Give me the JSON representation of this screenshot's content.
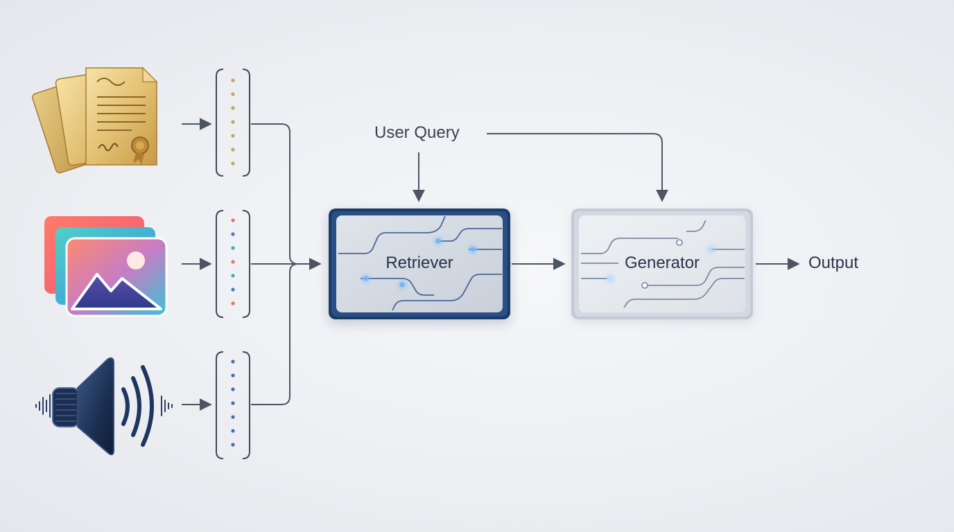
{
  "diagram": {
    "user_query_label": "User Query",
    "retriever_label": "Retriever",
    "generator_label": "Generator",
    "output_label": "Output",
    "inputs": [
      {
        "icon": "document-icon",
        "embedding_dot_colors": [
          "#c9a35a"
        ]
      },
      {
        "icon": "image-icon",
        "embedding_dot_colors": [
          "#e8735a",
          "#35b4b8",
          "#4a78c8"
        ]
      },
      {
        "icon": "audio-speaker-icon",
        "embedding_dot_colors": [
          "#3d6fb8"
        ]
      }
    ],
    "colors": {
      "arrow": "#4d5563",
      "retriever_border": "#1f3a66",
      "generator_border": "#b9c2cf",
      "accent_glow": "#7fc1ff"
    }
  }
}
